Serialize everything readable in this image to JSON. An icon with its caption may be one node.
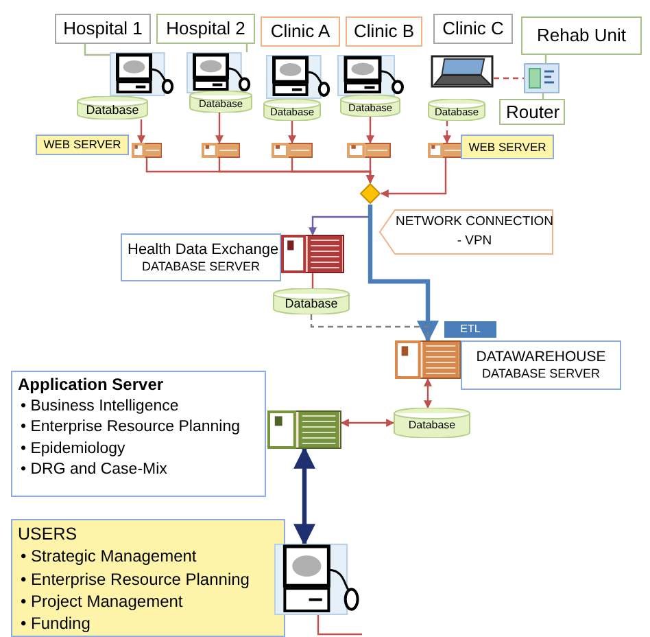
{
  "diagram": {
    "nodes": [
      {
        "text": [
          "Hospital 1"
        ]
      },
      {
        "text": [
          "Hospital 2"
        ]
      },
      {
        "text": [
          "Clinic A"
        ]
      },
      {
        "text": [
          "Clinic B"
        ]
      },
      {
        "text": [
          "Clinic C"
        ]
      },
      {
        "text": [
          "Rehab Unit"
        ]
      },
      {
        "text": [],
        "shape": "picture"
      },
      {
        "text": [],
        "shape": "picture"
      },
      {
        "text": [],
        "shape": "picture"
      },
      {
        "text": [],
        "shape": "picture"
      },
      {
        "text": [],
        "shape": "picture"
      },
      {
        "text": [],
        "shape": "picture"
      },
      {
        "text": [
          "Database"
        ]
      },
      {
        "text": [
          "Database"
        ]
      },
      {
        "text": [
          "Database"
        ]
      },
      {
        "text": [
          "Database"
        ]
      },
      {
        "text": [
          "Database"
        ]
      },
      {
        "text": [
          "Router"
        ]
      },
      {
        "text": [
          "WEB SERVER"
        ]
      },
      {
        "text": [],
        "shape": "picture"
      },
      {
        "text": [],
        "shape": "picture"
      },
      {
        "text": [],
        "shape": "picture"
      },
      {
        "text": [],
        "shape": "picture"
      },
      {
        "text": [],
        "shape": "picture"
      },
      {
        "text": [
          "WEB SERVER"
        ]
      },
      {
        "text": [],
        "shape": "diamond"
      },
      {
        "text": [
          "NETWORK CONNECTION - VPN"
        ]
      },
      {
        "text": [
          "Health Data Exchange",
          "DATABASE SERVER"
        ]
      },
      {
        "text": [],
        "shape": "picture"
      },
      {
        "text": [
          "Database"
        ]
      },
      {
        "text": [
          "ETL"
        ]
      },
      {
        "text": [],
        "shape": "picture"
      },
      {
        "text": [
          "DATAWAREHOUSE",
          "DATABASE SERVER"
        ]
      },
      {
        "text": [
          "Database"
        ]
      },
      {
        "text": [
          "Application Server",
          "• Business Intelligence",
          "• Enterprise Resource Planning",
          "• Epidemiology",
          "• DRG and Case-Mix"
        ]
      },
      {
        "text": [],
        "shape": "picture"
      },
      {
        "text": [
          "USERS",
          "• Strategic Management",
          "• Enterprise Resource Planning",
          "• Project Management",
          "• Funding"
        ]
      },
      {
        "text": [],
        "shape": "picture"
      }
    ],
    "edges": [
      {
        "from": 0,
        "to": 6,
        "arrow": "none",
        "color": "#a9c08a"
      },
      {
        "from": 1,
        "to": 7,
        "arrow": "none",
        "color": "#a9c08a"
      },
      {
        "from": 5,
        "to": 11,
        "arrow": "none",
        "color": "#a9c08a"
      },
      {
        "from": 17,
        "to": 11,
        "arrow": "none",
        "color": "#a9c08a"
      },
      {
        "from": 12,
        "to": 19,
        "arrow": "to"
      },
      {
        "from": 13,
        "to": 20,
        "arrow": "to"
      },
      {
        "from": 14,
        "to": 21,
        "arrow": "to"
      },
      {
        "from": 15,
        "to": 22,
        "arrow": "to"
      },
      {
        "from": 10,
        "to": 11,
        "arrow": "none",
        "style": "dashed"
      },
      {
        "from": 16,
        "to": 23,
        "arrow": "to",
        "style": "dashed"
      },
      {
        "from": 19,
        "to": 25,
        "arrow": "to"
      },
      {
        "from": 20,
        "to": 25,
        "arrow": "to"
      },
      {
        "from": 21,
        "to": 25,
        "arrow": "to"
      },
      {
        "from": 22,
        "to": 25,
        "arrow": "to"
      },
      {
        "from": 23,
        "to": 25,
        "arrow": "to"
      },
      {
        "from": 25,
        "to": 28,
        "arrow": "to",
        "color": "#6a5fa8"
      },
      {
        "from": 25,
        "to": 31,
        "arrow": "to",
        "style": "thick",
        "color": "#4a7ebb"
      },
      {
        "from": 28,
        "to": 29,
        "arrow": "none"
      },
      {
        "from": 29,
        "to": 31,
        "arrow": "none",
        "style": "dashed",
        "color": "#7f7f7f"
      },
      {
        "from": 31,
        "to": 33,
        "arrow": "both"
      },
      {
        "from": 35,
        "to": 33,
        "arrow": "both"
      },
      {
        "from": 35,
        "to": 37,
        "arrow": "both",
        "style": "thick",
        "color": "#1f3070"
      },
      {
        "from": null,
        "to": 37,
        "arrow": "none"
      }
    ]
  }
}
